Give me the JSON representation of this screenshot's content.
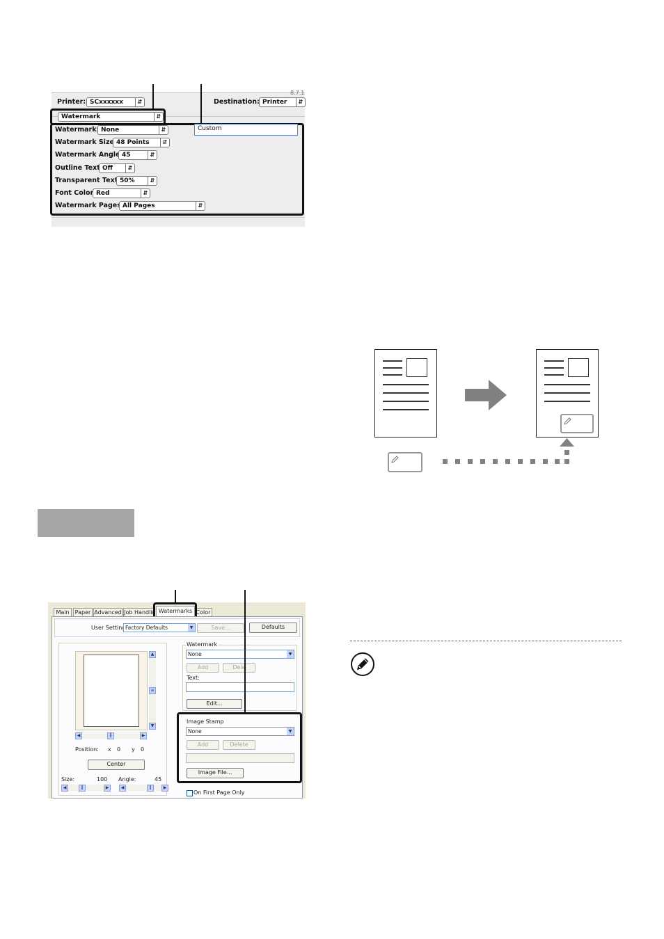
{
  "mac": {
    "version": "8.7.1",
    "printer_label": "Printer:",
    "printer_value": "SCxxxxxx",
    "destination_label": "Destination:",
    "destination_value": "Printer",
    "panel_value": "Watermark",
    "custom_value": "Custom",
    "rows": [
      {
        "label": "Watermark:",
        "value": "None"
      },
      {
        "label": "Watermark Size:",
        "value": "48 Points"
      },
      {
        "label": "Watermark Angle:",
        "value": "45"
      },
      {
        "label": "Outline Text:",
        "value": "Off"
      },
      {
        "label": "Transparent Text:",
        "value": "50%"
      },
      {
        "label": "Font Color:",
        "value": "Red"
      },
      {
        "label": "Watermark Pages:",
        "value": "All Pages"
      }
    ]
  },
  "win": {
    "tabs": [
      "Main",
      "Paper",
      "Advanced",
      "Job Handlir",
      "Watermarks",
      "Color"
    ],
    "user_settings_label": "User Settings:",
    "user_settings_value": "Factory Defaults",
    "save_label": "Save...",
    "defaults_label": "Defaults",
    "watermark_group": "Watermark",
    "watermark_value": "None",
    "add_label": "Add",
    "delete_label": "Dele",
    "text_label": "Text:",
    "edit_label": "Edit...",
    "image_stamp_group": "Image Stamp",
    "image_stamp_value": "None",
    "stamp_add_label": "Add",
    "stamp_delete_label": "Delete",
    "image_file_label": "Image File...",
    "position_label": "Position:",
    "x_label": "x",
    "x_value": "0",
    "y_label": "y",
    "y_value": "0",
    "center_label": "Center",
    "size_label": "Size:",
    "size_value": "100",
    "angle_label": "Angle:",
    "angle_value": "45",
    "first_page_label": "On First Page Only"
  },
  "colors": {
    "callout": "#111111",
    "section_tab": "#a6a6a6",
    "arrow": "#808080",
    "stamp_border": "#999999"
  }
}
